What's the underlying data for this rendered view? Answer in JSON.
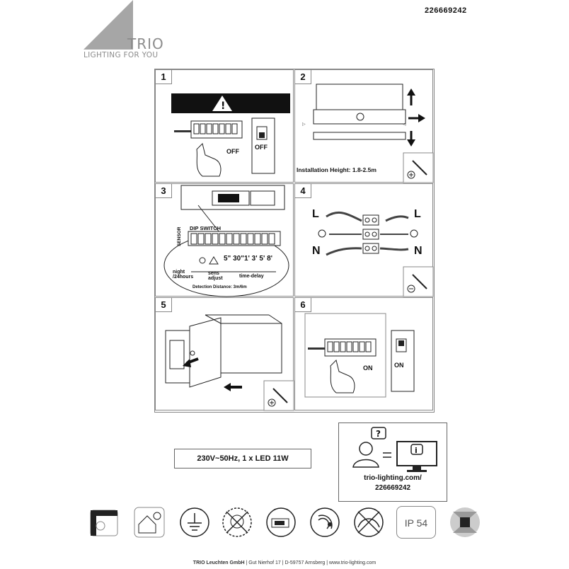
{
  "header": {
    "brand": "TRIO",
    "tagline": "LIGHTING FOR YOU",
    "doc_id": "226669242"
  },
  "steps": [
    {
      "num": "1",
      "labels": [
        "OFF",
        "OFF"
      ]
    },
    {
      "num": "2",
      "caption": "Installation Height: 1.8-2.5m"
    },
    {
      "num": "3",
      "dip_title": "DIP  SWITCH",
      "sensor": "SENSOR",
      "timings": "5\" 30\"1' 3' 5' 8'",
      "labels": [
        "night /24hours",
        "sens adjust",
        "time-delay"
      ],
      "detection": "Detection Distance: 3m/6m"
    },
    {
      "num": "4",
      "labels": [
        "L",
        "L",
        "N",
        "N"
      ]
    },
    {
      "num": "5"
    },
    {
      "num": "6",
      "labels": [
        "ON",
        "ON"
      ]
    }
  ],
  "specs": "230V~50Hz, 1 x LED 11W",
  "contact": {
    "url_line1": "trio-lighting.com/",
    "url_line2": "226669242"
  },
  "certs": {
    "ip": "IP 54"
  },
  "footer": {
    "company": "TRIO Leuchten GmbH",
    "address": "Gut Nierhof 17",
    "city": "D-59757 Arnsberg",
    "web": "www.trio-lighting.com"
  }
}
